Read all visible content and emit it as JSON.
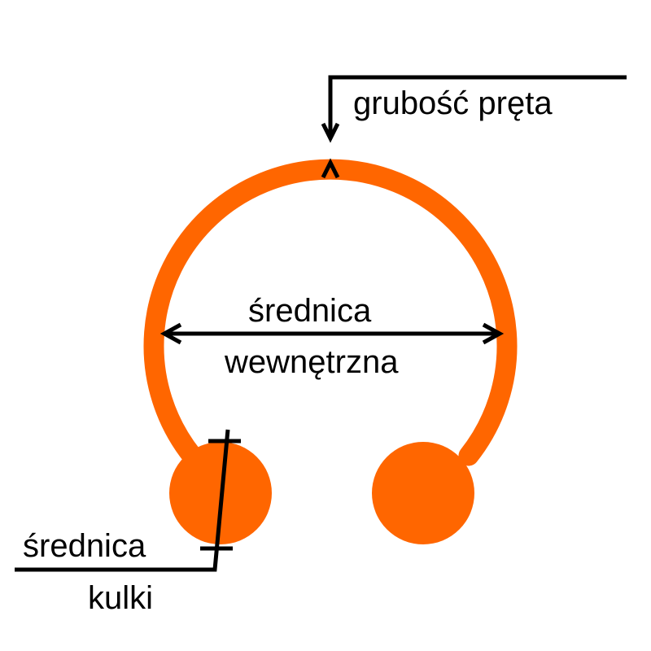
{
  "colors": {
    "ring": "#ff6600",
    "ink": "#000000",
    "background": "#ffffff"
  },
  "labels": {
    "rod_thickness": "grubość pręta",
    "inner_diameter_line1": "średnica",
    "inner_diameter_line2": "wewnętrzna",
    "ball_diameter_line1": "średnica",
    "ball_diameter_line2": "kulki"
  }
}
